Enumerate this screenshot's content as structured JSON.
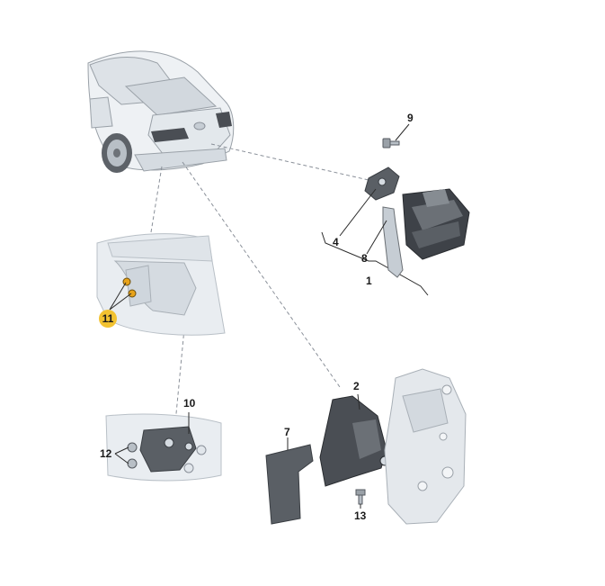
{
  "diagram": {
    "callouts": {
      "c1": "1",
      "c2": "2",
      "c4": "4",
      "c7": "7",
      "c8": "8",
      "c9": "9",
      "c10": "10",
      "c11": "11",
      "c12": "12",
      "c13": "13"
    },
    "colors": {
      "body_fill": "#e9edf1",
      "body_shade": "#cfd6dd",
      "dark_part": "#4a4e54",
      "highlight": "#f2c230",
      "nut_fill": "#e8a31a"
    }
  }
}
